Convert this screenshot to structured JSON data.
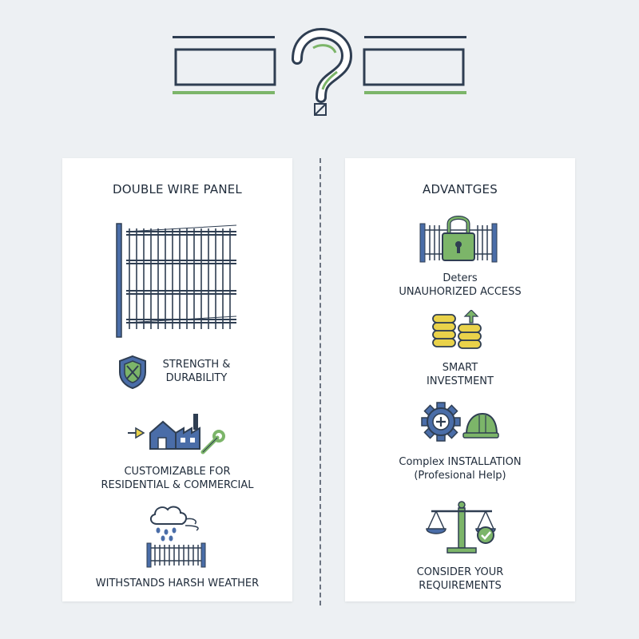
{
  "left_card": {
    "title": "DOUBLE WIRE PANEL",
    "features": [
      {
        "icon": "shield-icon",
        "line1": "STRENGTH &",
        "line2": "DURABILITY"
      },
      {
        "icon": "house-factory-wrench-icon",
        "line1": "CUSTOMIZABLE FOR",
        "line2": "RESIDENTIAL & COMMERCIAL"
      },
      {
        "icon": "rain-cloud-fence-icon",
        "line1": "WITHSTANDS HARSH WEATHER"
      }
    ]
  },
  "right_card": {
    "title": "ADVANTGES",
    "items": [
      {
        "icon": "padlock-fence-icon",
        "line1": "Deters",
        "line2": "UNAUHORIZED ACCESS"
      },
      {
        "icon": "coins-arrow-icon",
        "line1": "SMART",
        "line2": "INVESTMENT"
      },
      {
        "icon": "gear-hardhat-icon",
        "line1": "Complex INSTALLATION",
        "line2": "(Profesional Help)"
      },
      {
        "icon": "scales-check-icon",
        "line1": "CONSIDER YOUR",
        "line2": "REQUIREMENTS"
      }
    ]
  },
  "colors": {
    "navy": "#2f3e52",
    "green": "#7cb569",
    "blue": "#4a6da8",
    "yellow": "#e9d24a",
    "card": "#ffffff",
    "background": "#edf0f3"
  }
}
